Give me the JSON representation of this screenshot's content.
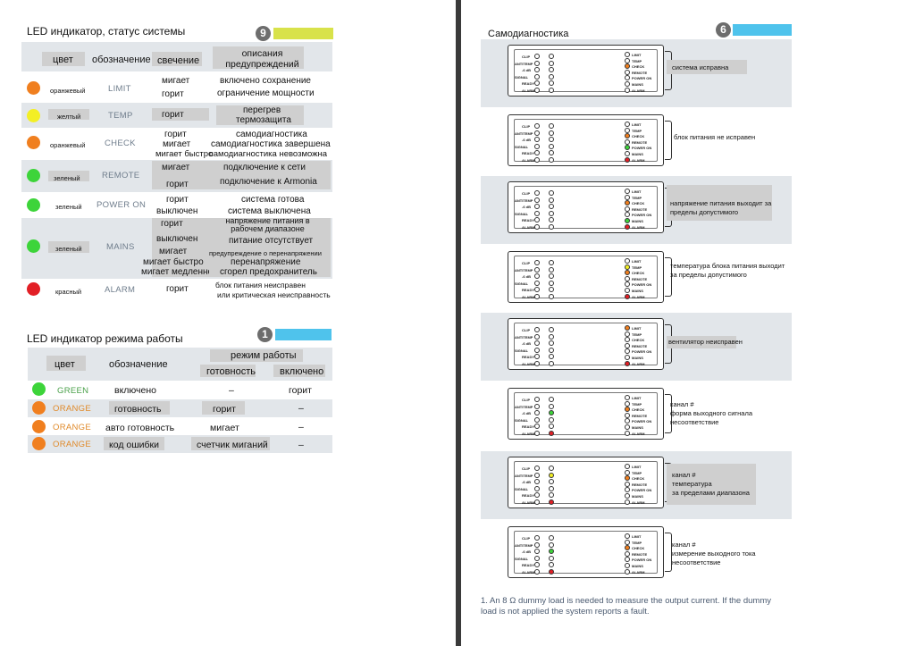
{
  "status_section": {
    "title": "LED индикатор, статус системы",
    "badge": "9",
    "bar_color": "#d8e24a",
    "headers": {
      "color": "цвет",
      "designation": "обозначение",
      "glow": "свечение",
      "description": "описания предупреждений"
    },
    "rows": [
      {
        "color_name": "оранжевый",
        "dot": "#f07f1f",
        "designation": "LIMIT",
        "glow": [
          "мигает",
          "горит"
        ],
        "desc": [
          "включено сохранение",
          "ограничение мощности"
        ]
      },
      {
        "color_name": "желтый",
        "dot": "#f3ef25",
        "designation": "TEMP",
        "glow": [
          "горит"
        ],
        "desc": [
          "перегрев",
          "термозащита"
        ]
      },
      {
        "color_name": "оранжевый",
        "dot": "#f07f1f",
        "designation": "CHECK",
        "glow": [
          "горит",
          "мигает",
          "мигает быстро"
        ],
        "desc": [
          "самодиагностика",
          "самодиагностика завершена",
          "самодиагностика невозможна"
        ]
      },
      {
        "color_name": "зеленый",
        "dot": "#3dd43a",
        "designation": "REMOTE",
        "glow": [
          "мигает",
          "горит"
        ],
        "desc": [
          "подключение к сети",
          "подключение к Armonia"
        ]
      },
      {
        "color_name": "зеленый",
        "dot": "#3dd43a",
        "designation": "POWER ON",
        "glow": [
          "горит",
          "выключен"
        ],
        "desc": [
          "система готова",
          "система выключена"
        ]
      },
      {
        "color_name": "зеленый",
        "dot": "#3dd43a",
        "designation": "MAINS",
        "glow": [
          "горит",
          "выключен",
          "мигает",
          "мигает быстро",
          "мигает медленно"
        ],
        "desc": [
          "напряжение питания в рабочем диапазоне",
          "питание отсутствует",
          "предупреждение о перенапряжении",
          "перенапряжение",
          "сгорел предохранитель"
        ]
      },
      {
        "color_name": "красный",
        "dot": "#e21f26",
        "designation": "ALARM",
        "glow": [
          "горит"
        ],
        "desc": [
          "блок питания неисправен",
          "или критическая неисправность"
        ]
      }
    ]
  },
  "mode_section": {
    "title": "LED индикатор режима работы",
    "badge": "1",
    "bar_color": "#4fc3ec",
    "headers": {
      "color": "цвет",
      "designation": "обозначение",
      "mode": "режим работы",
      "ready": "готовность",
      "on": "включено"
    },
    "rows": [
      {
        "dot": "#3dd43a",
        "color_name": "GREEN",
        "designation": "включено",
        "ready": "–",
        "on": "горит"
      },
      {
        "dot": "#f07f1f",
        "color_name": "ORANGE",
        "designation": "готовность",
        "ready": "горит",
        "on": "–"
      },
      {
        "dot": "#f07f1f",
        "color_name": "ORANGE",
        "designation": "авто готовность",
        "ready": "мигает",
        "on": "–"
      },
      {
        "dot": "#f07f1f",
        "color_name": "ORANGE",
        "designation": "код ошибки",
        "ready": "счетчик миганий",
        "on": "–"
      }
    ]
  },
  "diag_section": {
    "title": "Самодиагностика",
    "badge": "6",
    "bar_color": "#4fc3ec",
    "left_labels": [
      "CLIP",
      "ANTITEMP",
      "-6 dB",
      "SIGNAL",
      "READY",
      "ALARM"
    ],
    "right_labels": [
      "LIMIT",
      "TEMP",
      "CHECK",
      "REMOTE",
      "POWER ON",
      "MAINS",
      "ALARM"
    ],
    "items": [
      {
        "text": [
          "система исправна"
        ],
        "boxed": true
      },
      {
        "text": [
          "блок питания не исправен"
        ],
        "boxed": false
      },
      {
        "text": [
          "напряжение питания выходит за",
          "пределы допустимого"
        ],
        "boxed": true
      },
      {
        "text": [
          "температура блока питания выходит",
          "за пределы допустимого"
        ],
        "boxed": false
      },
      {
        "text": [
          "вентилятор неисправен"
        ],
        "boxed": true
      },
      {
        "text": [
          "канал #",
          "форма выходного сигнала",
          "несоответствие"
        ],
        "boxed": false
      },
      {
        "text": [
          "канал #",
          "температура",
          "за пределами диапазона"
        ],
        "boxed": true
      },
      {
        "text": [
          "канал #",
          "измерение выходного тока",
          "несоответствие"
        ],
        "boxed": false
      }
    ],
    "footnote": [
      "1.  An 8 Ω dummy load is needed to measure the output current. If the dummy",
      "     load is not applied the system reports a fault."
    ]
  }
}
